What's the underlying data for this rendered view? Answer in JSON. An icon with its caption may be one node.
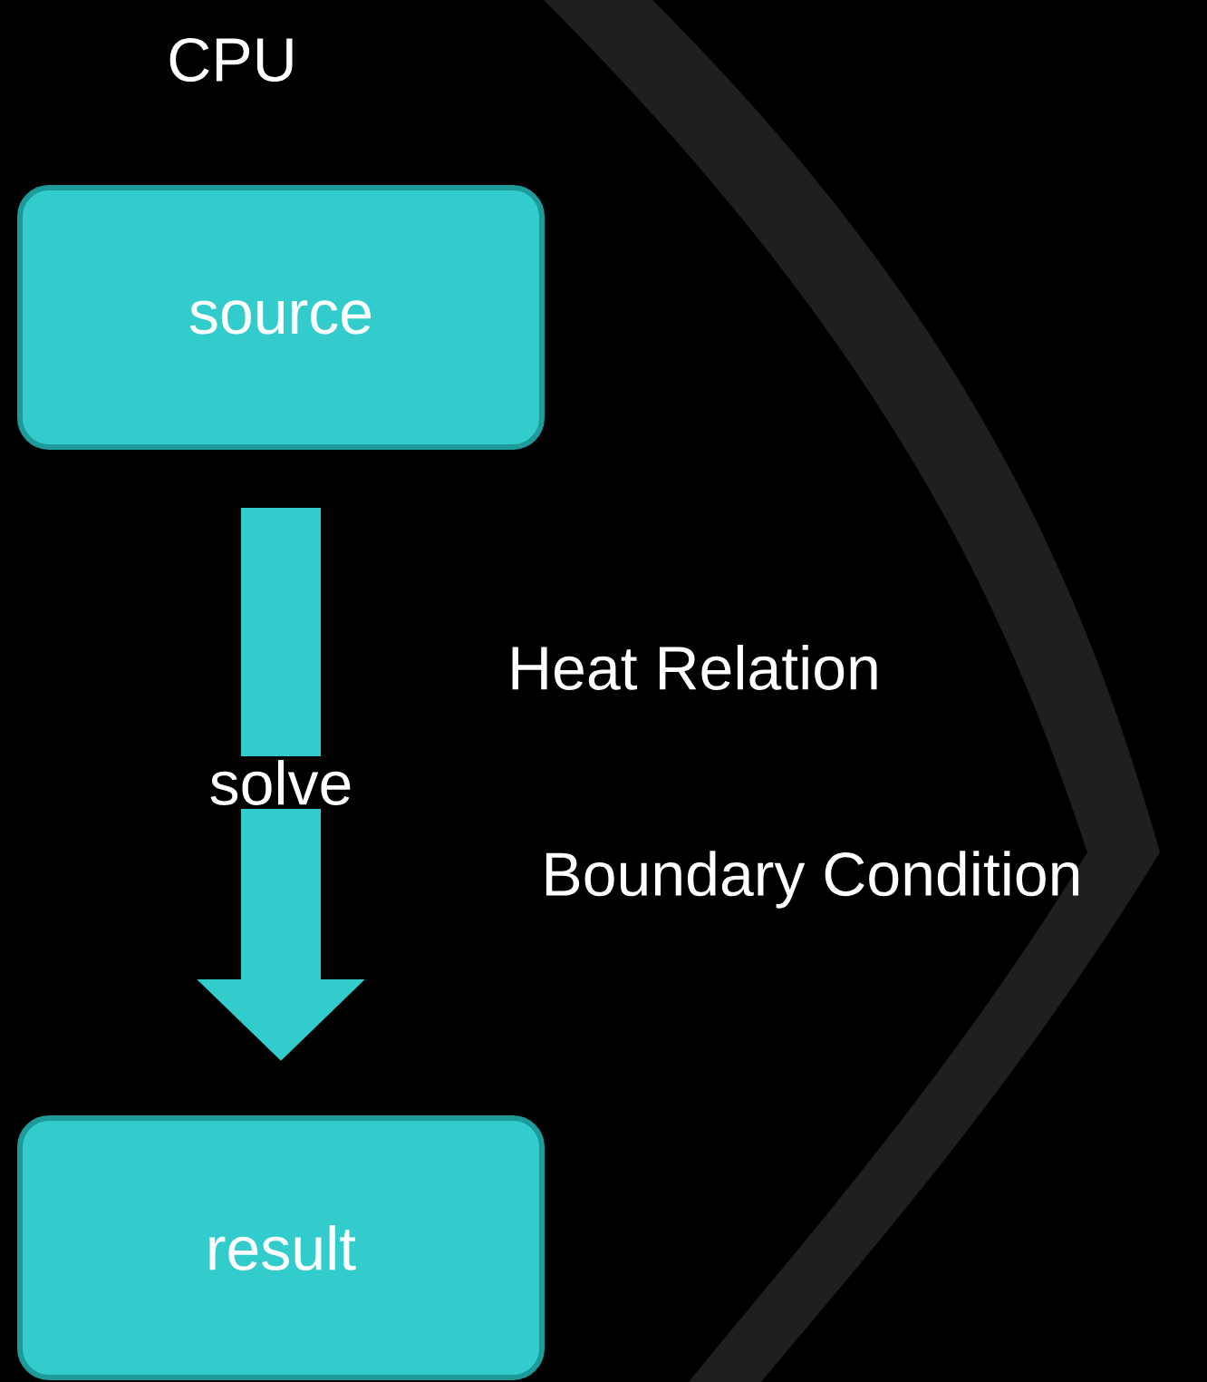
{
  "diagram": {
    "title": "CPU",
    "nodes": [
      {
        "text": [
          "source"
        ]
      },
      {
        "text": [
          "result"
        ]
      }
    ],
    "edges": [
      {
        "from": 0,
        "to": 1,
        "arrow": "to",
        "label": "solve"
      }
    ],
    "labels": [
      "Heat Relation",
      "Boundary Condition"
    ]
  }
}
